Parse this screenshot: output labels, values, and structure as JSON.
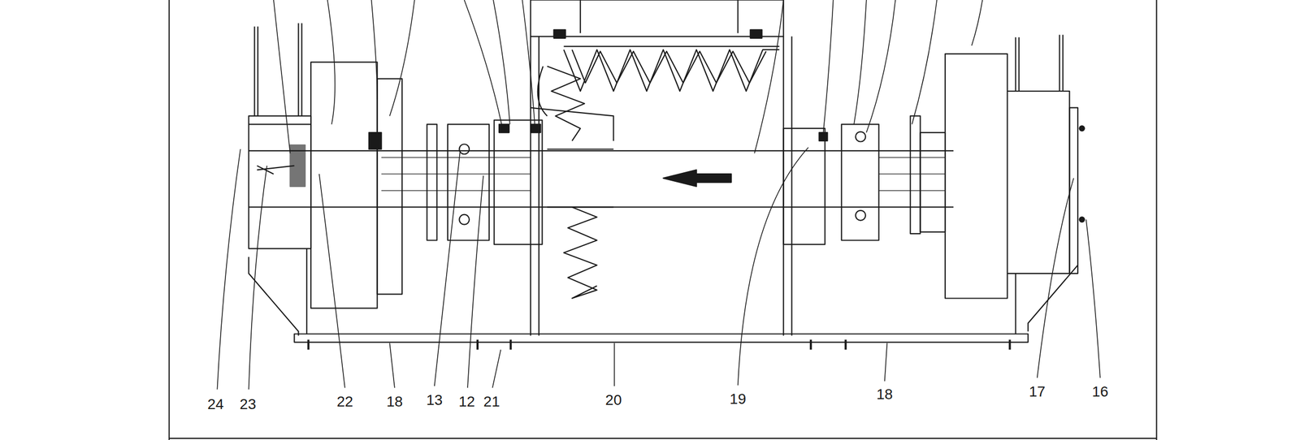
{
  "diagram": {
    "labels": [
      "24",
      "23",
      "22",
      "18",
      "13",
      "12",
      "21",
      "20",
      "19",
      "18",
      "17",
      "16"
    ]
  }
}
